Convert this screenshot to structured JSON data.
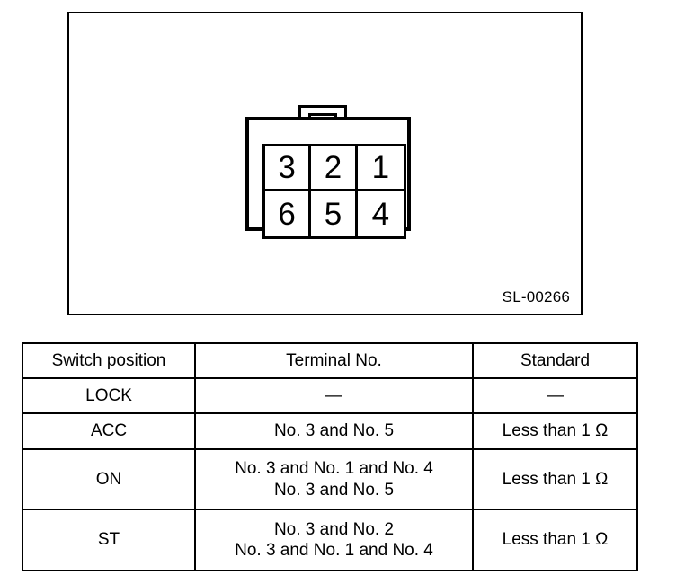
{
  "figure": {
    "caption": "SL-00266",
    "connector": {
      "name": "ignition-switch-connector",
      "rows": 2,
      "columns": 3,
      "terminals": [
        "3",
        "2",
        "1",
        "6",
        "5",
        "4"
      ]
    }
  },
  "table": {
    "headers": [
      "Switch position",
      "Terminal No.",
      "Standard"
    ],
    "rows": [
      {
        "switch_position": "LOCK",
        "terminal_no": "—",
        "standard": "—"
      },
      {
        "switch_position": "ACC",
        "terminal_no": "No. 3 and No. 5",
        "standard": "Less than 1 Ω"
      },
      {
        "switch_position": "ON",
        "terminal_no": "No. 3 and No. 1 and No. 4\nNo. 3 and No. 5",
        "standard": "Less than 1 Ω"
      },
      {
        "switch_position": "ST",
        "terminal_no": "No. 3 and No. 2\nNo. 3 and No. 1 and No. 4",
        "standard": "Less than 1 Ω"
      }
    ]
  },
  "colors": {
    "line": "#000000",
    "background": "#ffffff"
  }
}
